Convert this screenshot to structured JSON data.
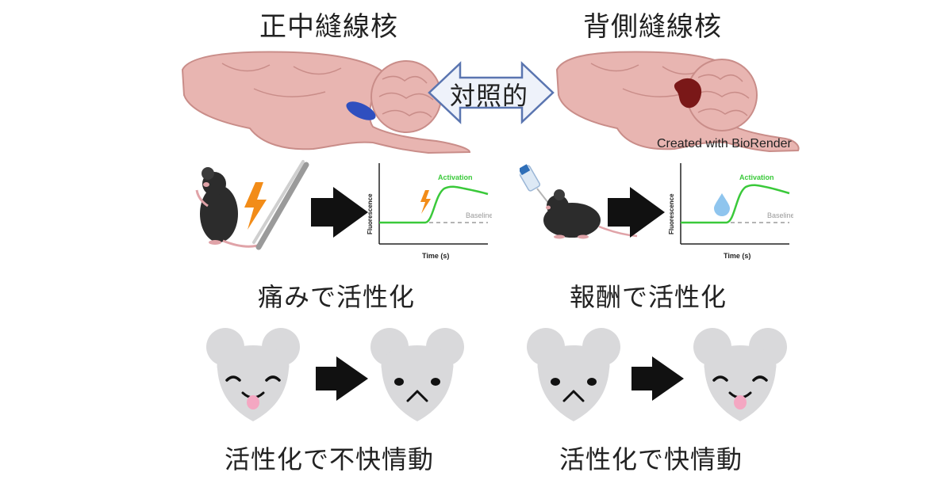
{
  "left": {
    "title": "正中縫線核",
    "graph": {
      "ylabel": "Fluorescence",
      "xlabel": "Time (s)",
      "activation": "Activation",
      "baseline": "Baseline"
    },
    "caption": "痛みで活性化",
    "emotion": "活性化で不快情動"
  },
  "right": {
    "title": "背側縫線核",
    "graph": {
      "ylabel": "Fluorescence",
      "xlabel": "Time (s)",
      "activation": "Activation",
      "baseline": "Baseline"
    },
    "caption": "報酬で活性化",
    "emotion": "活性化で快情動"
  },
  "contrast_label": "対照的",
  "credit": "Created with BioRender",
  "icons": [
    "mouse-icon",
    "lightning-icon",
    "forceps-icon",
    "water-bottle-icon",
    "water-drop-icon",
    "arrow-right-icon",
    "mouse-face-happy-icon",
    "mouse-face-unhappy-icon"
  ],
  "colors": {
    "brain": "#e8b5b1",
    "brain_outline": "#c98d89",
    "median_raphe": "#2f4fbf",
    "dorsal_raphe": "#7a1818",
    "activation_curve": "#3ac93a",
    "lightning": "#f28c18",
    "water_drop": "#8fc5ee",
    "arrow": "#111111",
    "face": "#d9d9db",
    "tongue": "#f4a7c2"
  }
}
